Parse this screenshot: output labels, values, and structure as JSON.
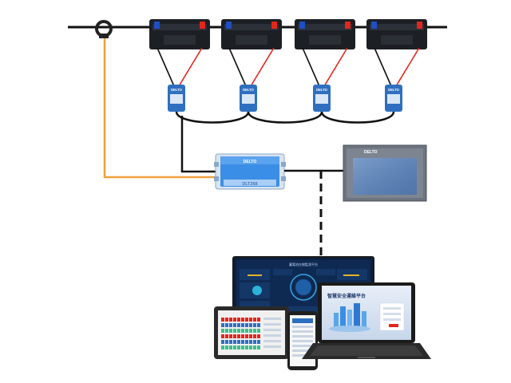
{
  "sensor_brand": "DELTO",
  "collector": {
    "brand": "DELTO",
    "model": "DLT268"
  },
  "display_panel": {
    "brand": "DELTO"
  },
  "devices": {
    "monitor": {
      "header_title": "蓄電池在線監測平台"
    },
    "laptop": {
      "screen_title": "智慧安全運維平台"
    }
  },
  "colors": {
    "bus_line": "#111111",
    "ct_signal_line": "#f2a03a",
    "battery_body": "#1c1f24",
    "terminal_positive": "#e2261c",
    "terminal_negative": "#1d4fc4",
    "sensor_module": "#2f6fc0",
    "collector_body": "#3b8ee6",
    "panel_screen": "#5d83b8",
    "dashboard_bg": "#0b1f3e"
  }
}
